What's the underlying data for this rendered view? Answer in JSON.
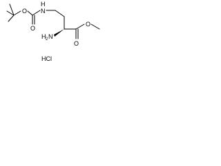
{
  "molecule": {
    "atoms": {
      "o_ether_boc": "O",
      "o_carbonyl_boc": "O",
      "n_carbamate": "N",
      "h_carbamate": "H",
      "n_amino_symbol": "H",
      "n_amino_subscript": "2",
      "n_amino_suffix": "N",
      "o_carbonyl_ester": "O",
      "o_ether_ester": "O"
    },
    "salt": "HCl"
  },
  "colors": {
    "bond": "#000000",
    "text": "#000000",
    "background": "#ffffff"
  }
}
